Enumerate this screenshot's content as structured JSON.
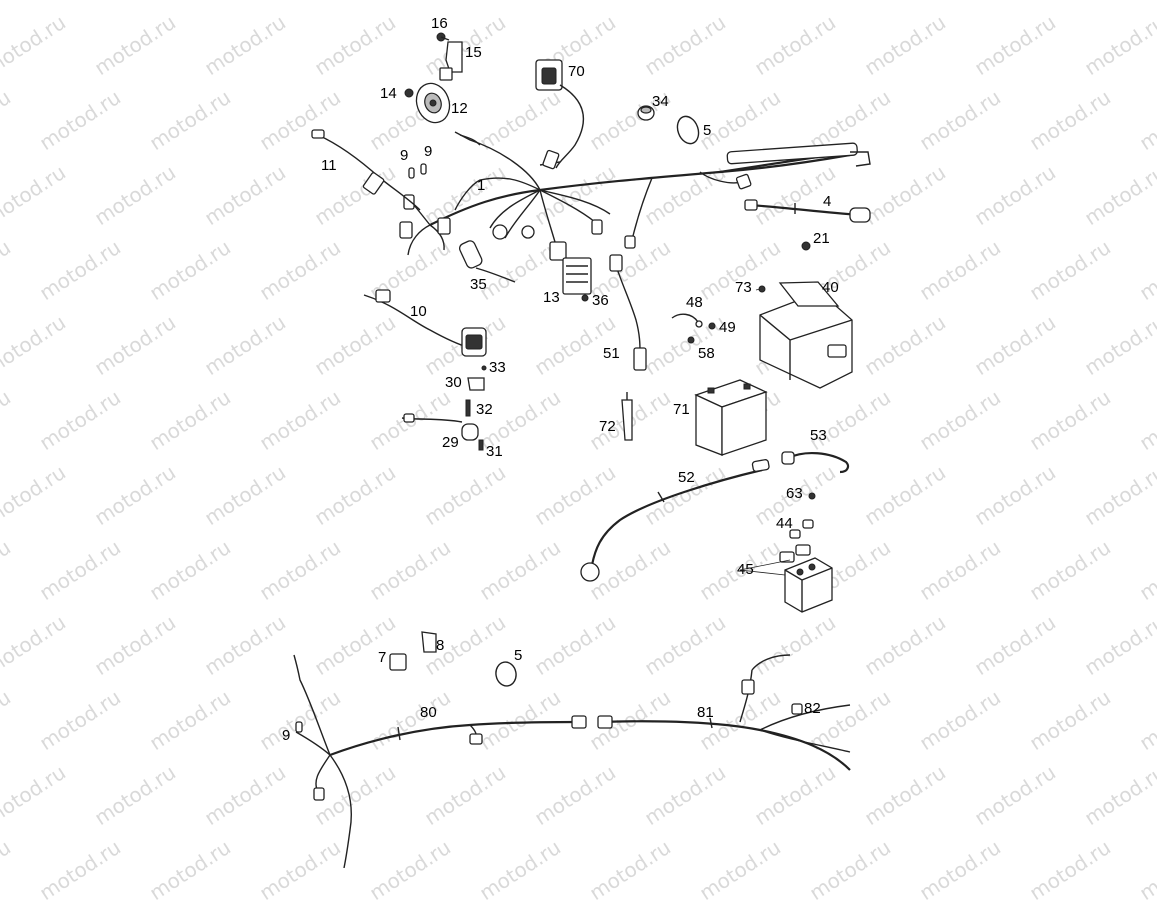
{
  "watermark": "motod.ru",
  "labels": {
    "l1": "1",
    "l4": "4",
    "l5a": "5",
    "l5b": "5",
    "l7": "7",
    "l8": "8",
    "l9a": "9",
    "l9b": "9",
    "l9c": "9",
    "l10": "10",
    "l11": "11",
    "l12": "12",
    "l13": "13",
    "l14": "14",
    "l15": "15",
    "l16": "16",
    "l21": "21",
    "l29": "29",
    "l30": "30",
    "l31": "31",
    "l32": "32",
    "l33": "33",
    "l34": "34",
    "l35": "35",
    "l36": "36",
    "l40": "40",
    "l44": "44",
    "l45": "45",
    "l48": "48",
    "l49": "49",
    "l51": "51",
    "l52": "52",
    "l53": "53",
    "l58": "58",
    "l63": "63",
    "l70": "70",
    "l71": "71",
    "l72": "72",
    "l73": "73",
    "l80": "80",
    "l81": "81",
    "l82": "82"
  }
}
